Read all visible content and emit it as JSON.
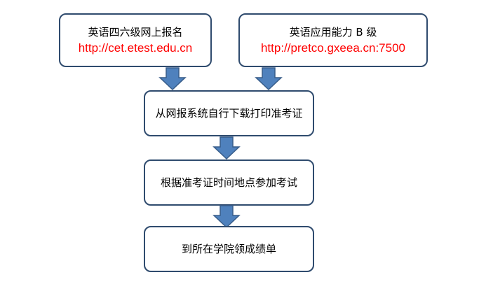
{
  "diagram": {
    "top_left": {
      "title": "英语四六级网上报名",
      "url": "http://cet.etest.edu.cn"
    },
    "top_right": {
      "title": "英语应用能力 B 级",
      "url": "http://pretco.gxeea.cn:7500"
    },
    "step1": "从网报系统自行下载打印准考证",
    "step2": "根据准考证时间地点参加考试",
    "step3": "到所在学院领成绩单"
  },
  "colors": {
    "box_border": "#2f4b6e",
    "url_text": "#ff0000",
    "arrow_fill": "#4f81bd",
    "arrow_stroke": "#385d8a"
  }
}
